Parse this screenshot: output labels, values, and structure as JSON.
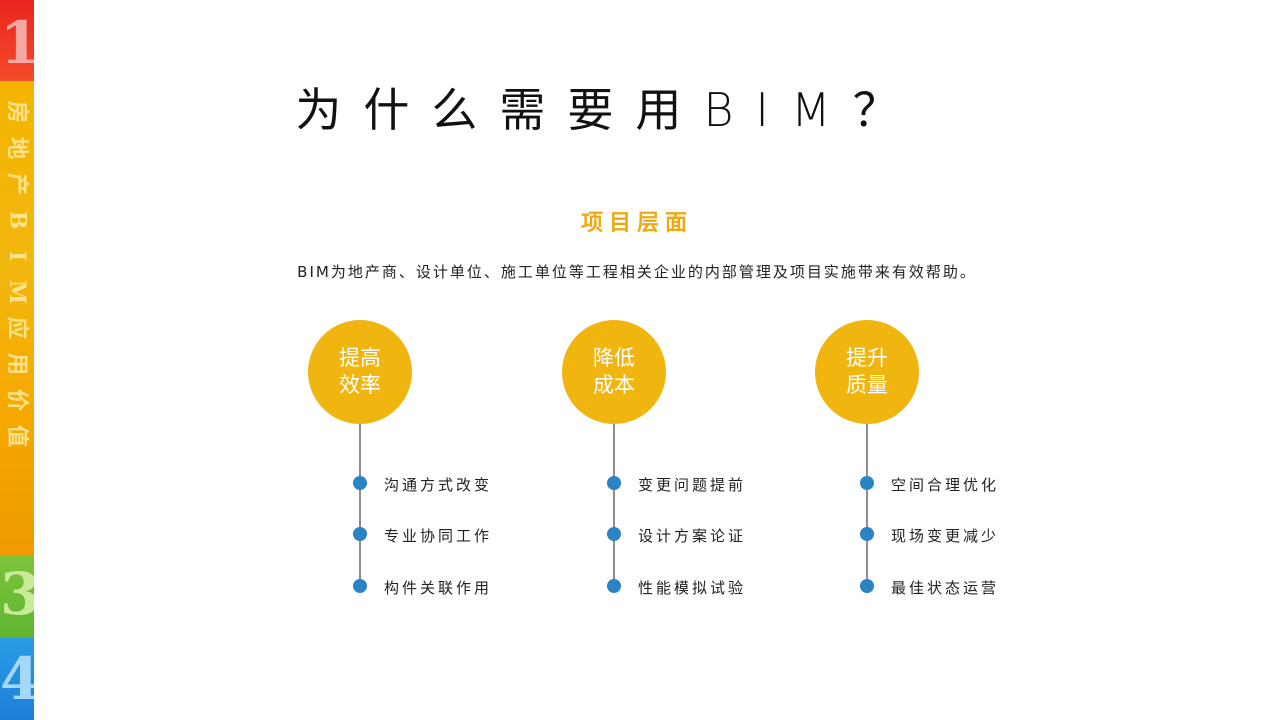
{
  "sidebar": {
    "sections": [
      {
        "number": "1"
      },
      {
        "label_chars": [
          "房",
          "地",
          "产",
          "B",
          "I",
          "M",
          "应",
          "用",
          "价",
          "值"
        ]
      },
      {
        "number": "3"
      },
      {
        "number": "4"
      }
    ]
  },
  "title": "为什么需要用BIM？",
  "subtitle": "项目层面",
  "description": "BIM为地产商、设计单位、施工单位等工程相关企业的内部管理及项目实施带来有效帮助。",
  "columns": [
    {
      "title_line1": "提高",
      "title_line2": "效率",
      "items": [
        "沟通方式改变",
        "专业协同工作",
        "构件关联作用"
      ]
    },
    {
      "title_line1": "降低",
      "title_line2": "成本",
      "items": [
        "变更问题提前",
        "设计方案论证",
        "性能模拟试验"
      ]
    },
    {
      "title_line1": "提升",
      "title_line2": "质量",
      "items": [
        "空间合理优化",
        "现场变更减少",
        "最佳状态运营"
      ]
    }
  ],
  "colors": {
    "accent": "#f0b50f",
    "dot": "#2a84c4",
    "subtitle": "#efaa12"
  }
}
